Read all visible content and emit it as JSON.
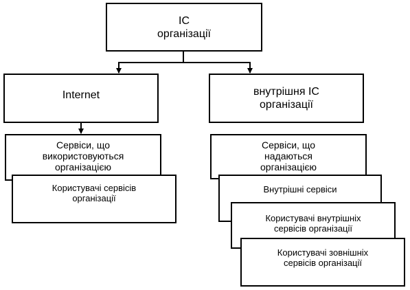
{
  "diagram": {
    "root": {
      "line1": "ІС",
      "line2": "організації"
    },
    "internet": {
      "label": "Internet"
    },
    "internal": {
      "line1": "внутрішня ІС",
      "line2": "організації"
    },
    "used_services": {
      "line1": "Сервіси, що",
      "line2": "використовуються",
      "line3": "організацією"
    },
    "service_users": {
      "line1": "Користувачі сервісів",
      "line2": "організації"
    },
    "provided_services": {
      "line1": "Сервіси, що",
      "line2": "надаються",
      "line3": "організацією"
    },
    "internal_services": {
      "label": "Внутрішні сервіси"
    },
    "internal_users": {
      "line1": "Користувачі внутрішніх",
      "line2": "сервісів організації"
    },
    "external_users": {
      "line1": "Користувачі зовнішніх",
      "line2": "сервісів організації"
    }
  }
}
